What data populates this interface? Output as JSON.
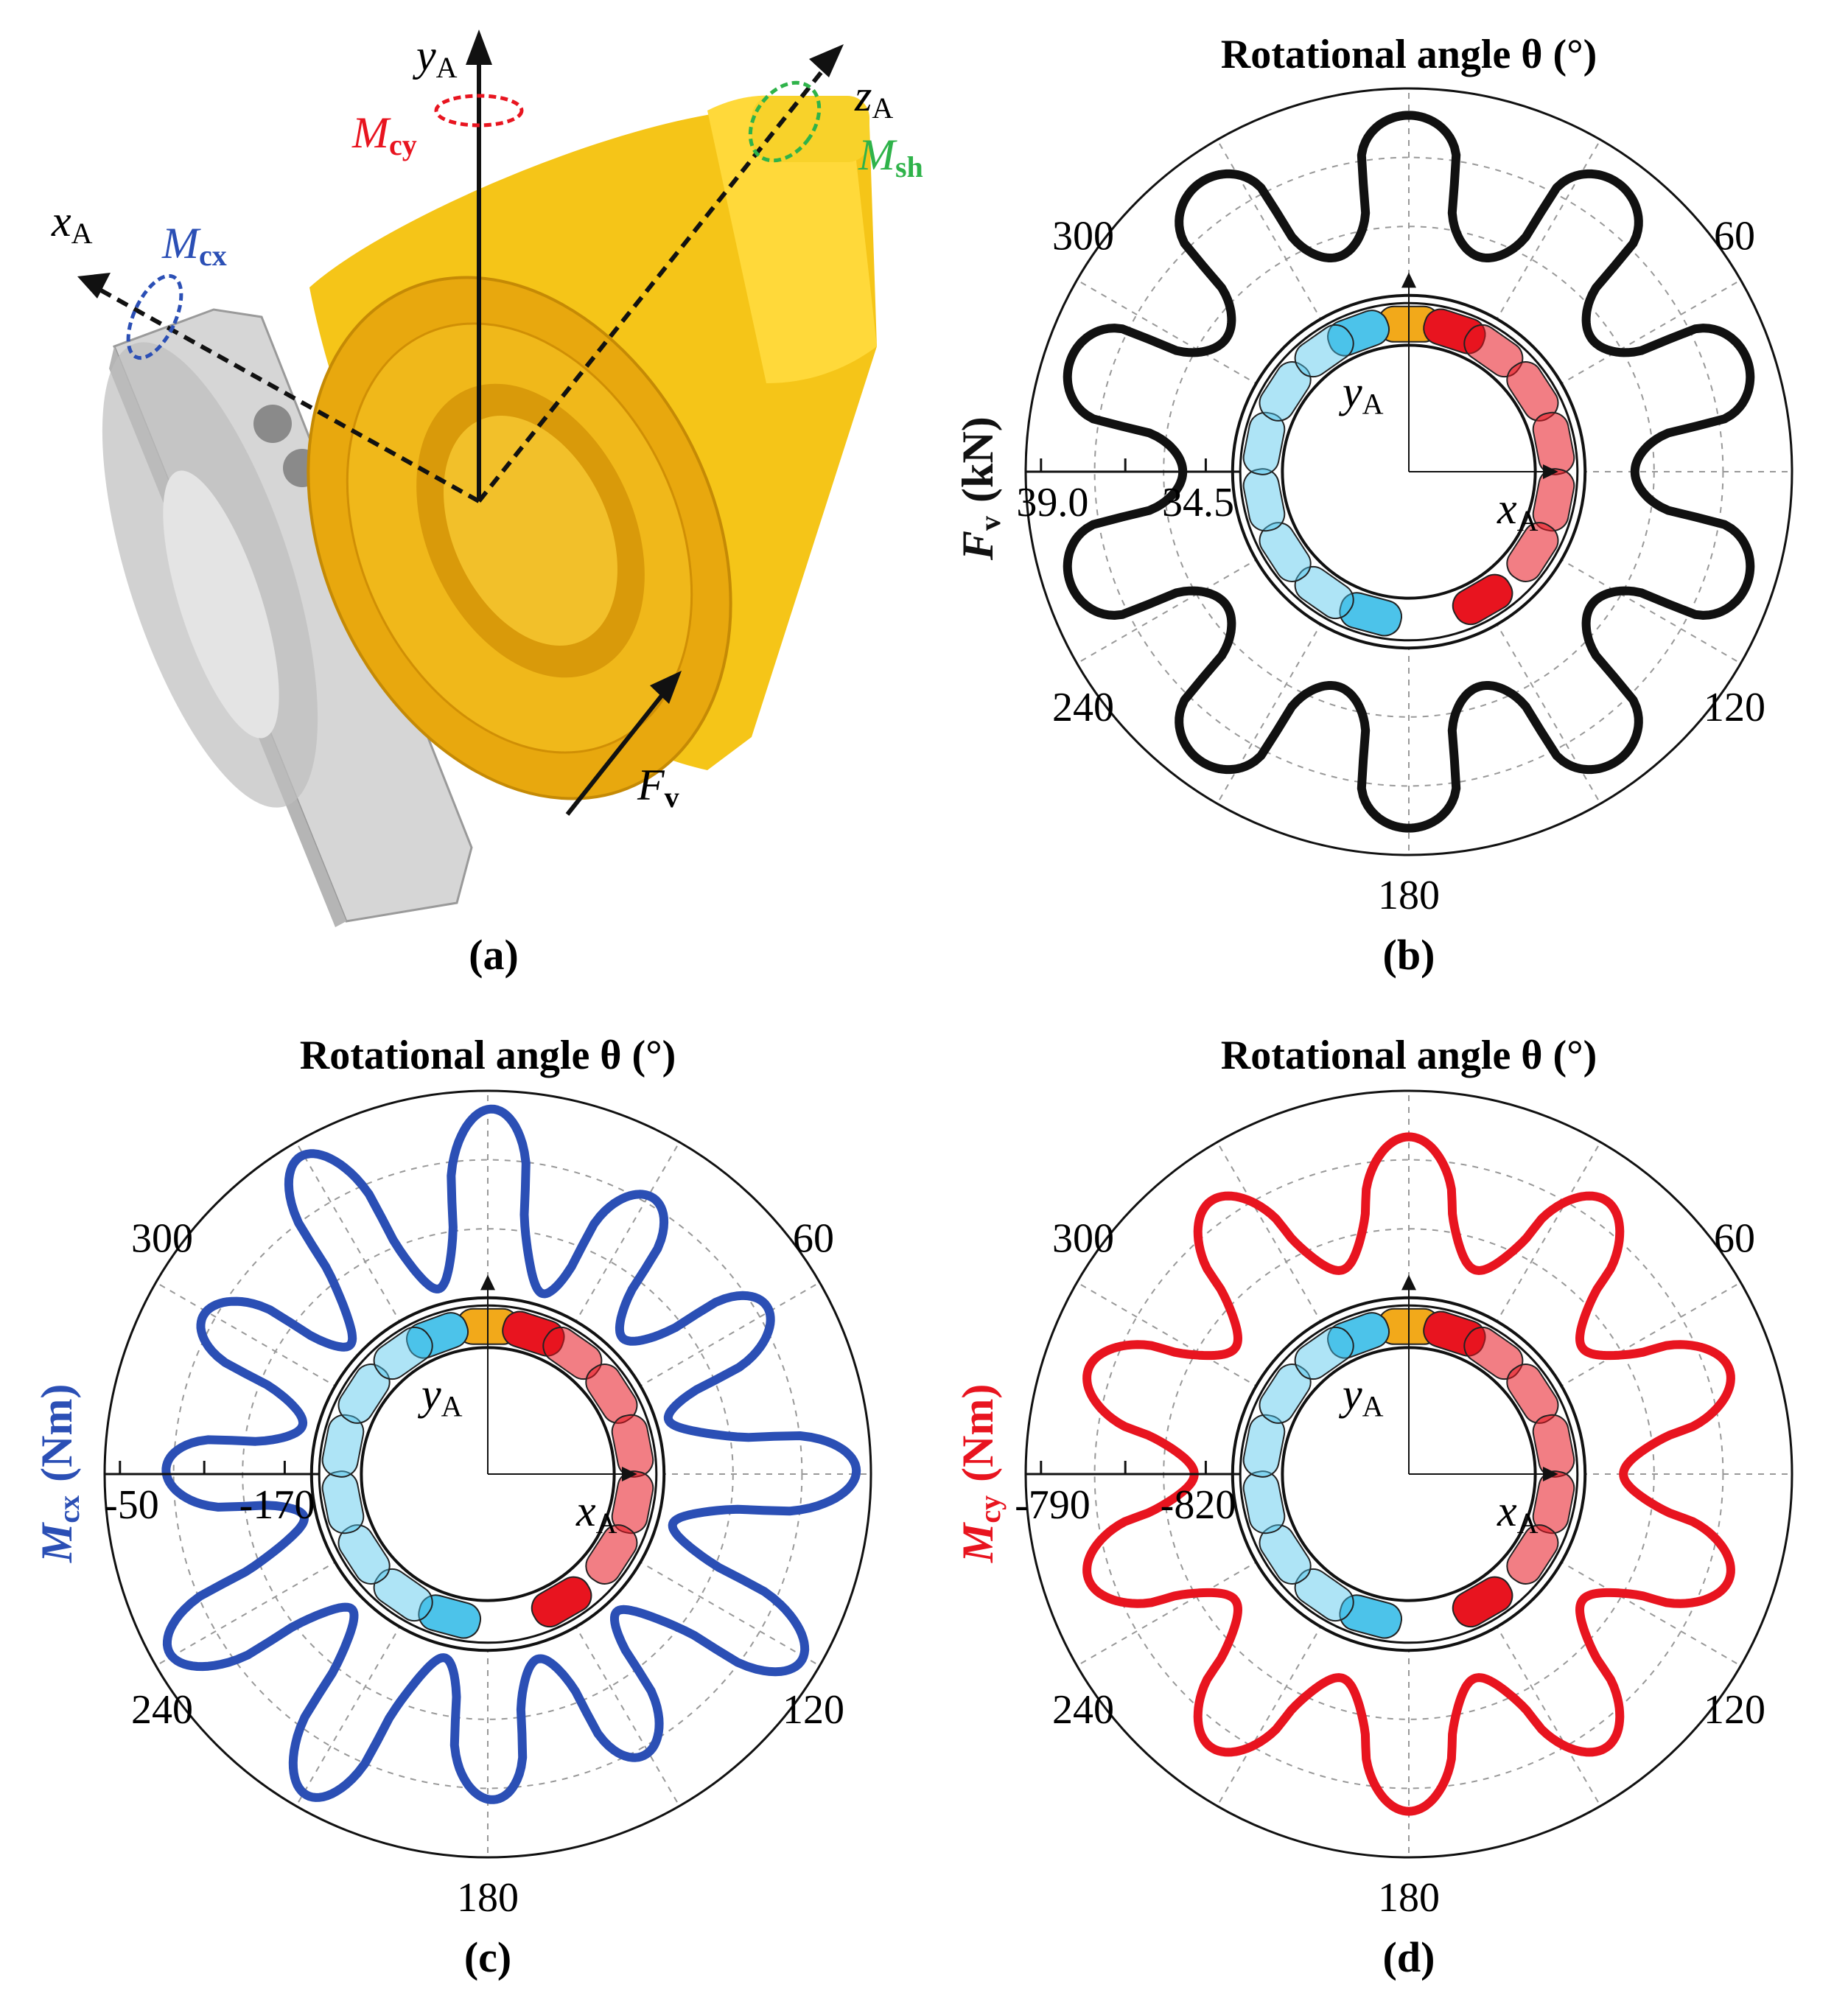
{
  "panel_a": {
    "caption": "(a)",
    "axes": {
      "y": {
        "symbol": "y",
        "sub": "A"
      },
      "z": {
        "symbol": "z",
        "sub": "A"
      },
      "x": {
        "symbol": "x",
        "sub": "A"
      }
    },
    "moments": {
      "cy": {
        "symbol": "M",
        "sub": "cy",
        "color": "#e8141f"
      },
      "sh": {
        "symbol": "M",
        "sub": "sh",
        "color": "#2fb34a"
      },
      "cx": {
        "symbol": "M",
        "sub": "cx",
        "color": "#2b4fb5"
      }
    },
    "force": {
      "symbol": "F",
      "sub": "v"
    }
  },
  "panels": [
    {
      "id": "b",
      "caption": "(b)",
      "title": "Rotational angle θ (°)",
      "quantity": {
        "symbol": "F",
        "sub": "v",
        "unit": "(kN)",
        "color": "#111111"
      },
      "radial_ticks": [
        "39.0",
        "34.5"
      ],
      "angle_labels": [
        "300",
        "60",
        "240",
        "120",
        "180"
      ],
      "curve_color": "#111111",
      "ring_labels": {
        "y": "y",
        "y_sub": "A",
        "x": "x",
        "x_sub": "A"
      }
    },
    {
      "id": "c",
      "caption": "(c)",
      "title": "Rotational angle θ (°)",
      "quantity": {
        "symbol": "M",
        "sub": "cx",
        "unit": "(Nm)",
        "color": "#2b4fb5"
      },
      "radial_ticks": [
        "-50",
        "-170"
      ],
      "angle_labels": [
        "300",
        "60",
        "240",
        "120",
        "180"
      ],
      "curve_color": "#2b4fb5",
      "ring_labels": {
        "y": "y",
        "y_sub": "A",
        "x": "x",
        "x_sub": "A"
      }
    },
    {
      "id": "d",
      "caption": "(d)",
      "title": "Rotational angle θ (°)",
      "quantity": {
        "symbol": "M",
        "sub": "cy",
        "unit": "(Nm)",
        "color": "#e8141f"
      },
      "radial_ticks": [
        "-790",
        "-820"
      ],
      "angle_labels": [
        "300",
        "60",
        "240",
        "120",
        "180"
      ],
      "curve_color": "#e8141f",
      "ring_labels": {
        "y": "y",
        "y_sub": "A",
        "x": "x",
        "x_sub": "A"
      }
    }
  ],
  "colors": {
    "port_high": "#e8141f",
    "port_low": "#4cc3ea",
    "port_top": "#f2a91a",
    "machine_body": "#f5c518",
    "plate": "#c9c9c9"
  }
}
